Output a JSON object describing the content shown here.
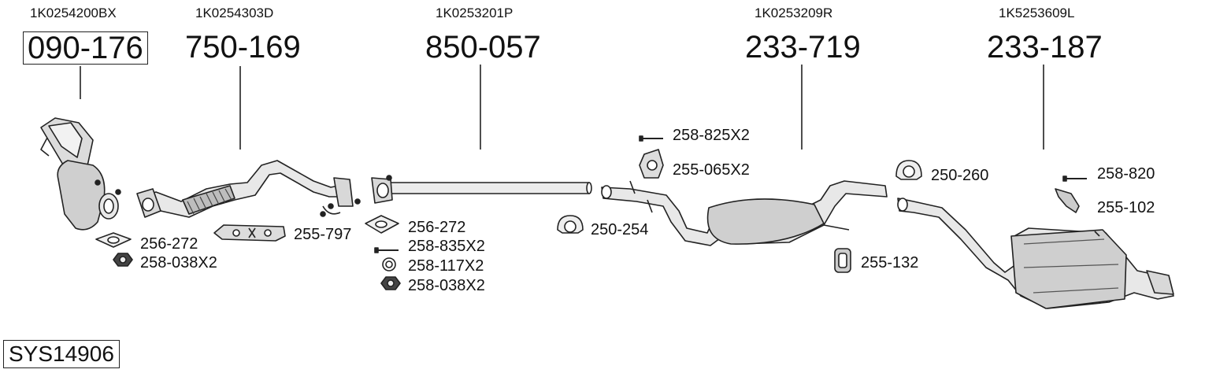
{
  "system_code": "SYS14906",
  "assemblies": [
    {
      "oem": "1K0254200BX",
      "part": "090-176"
    },
    {
      "oem": "1K0254303D",
      "part": "750-169"
    },
    {
      "oem": "1K0253201P",
      "part": "850-057"
    },
    {
      "oem": "1K0253209R",
      "part": "233-719"
    },
    {
      "oem": "1K5253609L",
      "part": "233-187"
    }
  ],
  "fittings": [
    {
      "label": "256-272",
      "icon": "gasket-icon"
    },
    {
      "label": "258-038X2",
      "icon": "nut-icon"
    },
    {
      "label": "255-797",
      "icon": "heat-shield-bracket-icon"
    },
    {
      "label": "256-272",
      "icon": "gasket-icon"
    },
    {
      "label": "258-835X2",
      "icon": "bolt-icon"
    },
    {
      "label": "258-117X2",
      "icon": "spring-ring-icon"
    },
    {
      "label": "258-038X2",
      "icon": "nut-icon"
    },
    {
      "label": "250-254",
      "icon": "clamp-icon"
    },
    {
      "label": "258-825X2",
      "icon": "bolt-icon"
    },
    {
      "label": "255-065X2",
      "icon": "rubber-mount-icon"
    },
    {
      "label": "255-132",
      "icon": "rubber-hanger-icon"
    },
    {
      "label": "250-260",
      "icon": "clamp-icon"
    },
    {
      "label": "258-820",
      "icon": "bolt-icon"
    },
    {
      "label": "255-102",
      "icon": "bracket-icon"
    }
  ]
}
